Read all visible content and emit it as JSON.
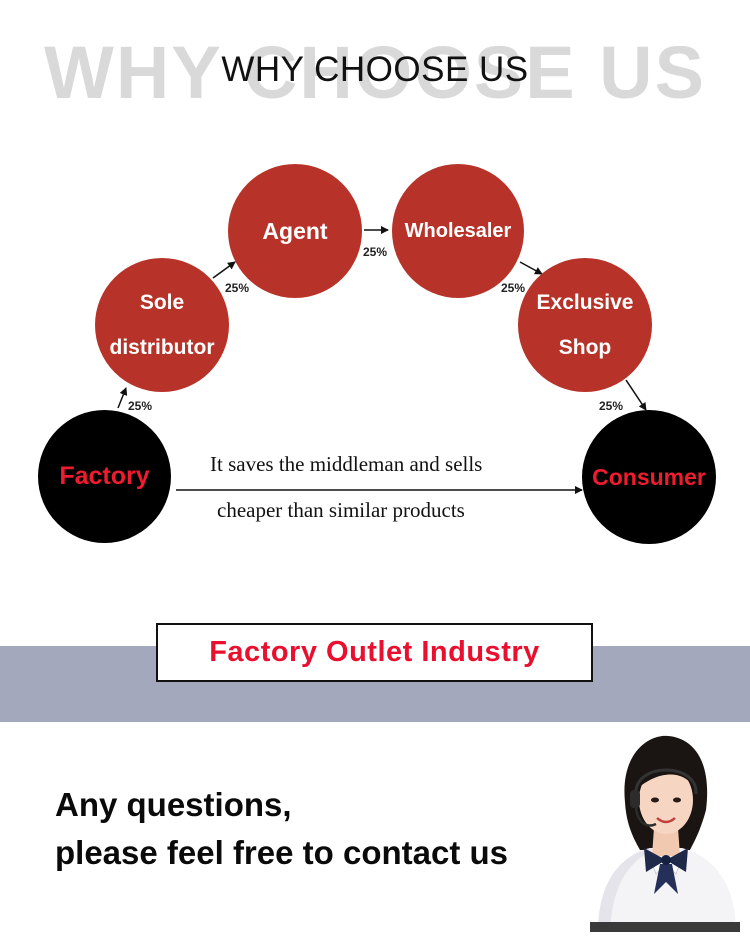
{
  "header": {
    "ghost_text": "WHY CHOOSE US",
    "title": "WHY CHOOSE US"
  },
  "diagram": {
    "nodes": {
      "factory": "Factory",
      "sole_line1": "Sole",
      "sole_line2": "distributor",
      "agent": "Agent",
      "wholesaler": "Wholesaler",
      "exclusive_line1": "Exclusive",
      "exclusive_line2": "Shop",
      "consumer": "Consumer"
    },
    "percentages": {
      "factory_to_sole": "25%",
      "sole_to_agent": "25%",
      "agent_to_wholesaler": "25%",
      "wholesaler_to_exclusive": "25%",
      "exclusive_to_consumer": "25%"
    },
    "direct_note_line1": "It saves the middleman and sells",
    "direct_note_line2": "cheaper than similar products",
    "colors": {
      "node_red": "#b73329",
      "node_black": "#000000",
      "label_red": "#ee1c2e"
    }
  },
  "banner": {
    "text": "Factory Outlet Industry",
    "band_color": "#a3a8bd",
    "text_color": "#e8102e"
  },
  "contact": {
    "line1": "Any questions,",
    "line2": "please feel free to contact us",
    "image": "customer-service-agent-with-headset"
  }
}
